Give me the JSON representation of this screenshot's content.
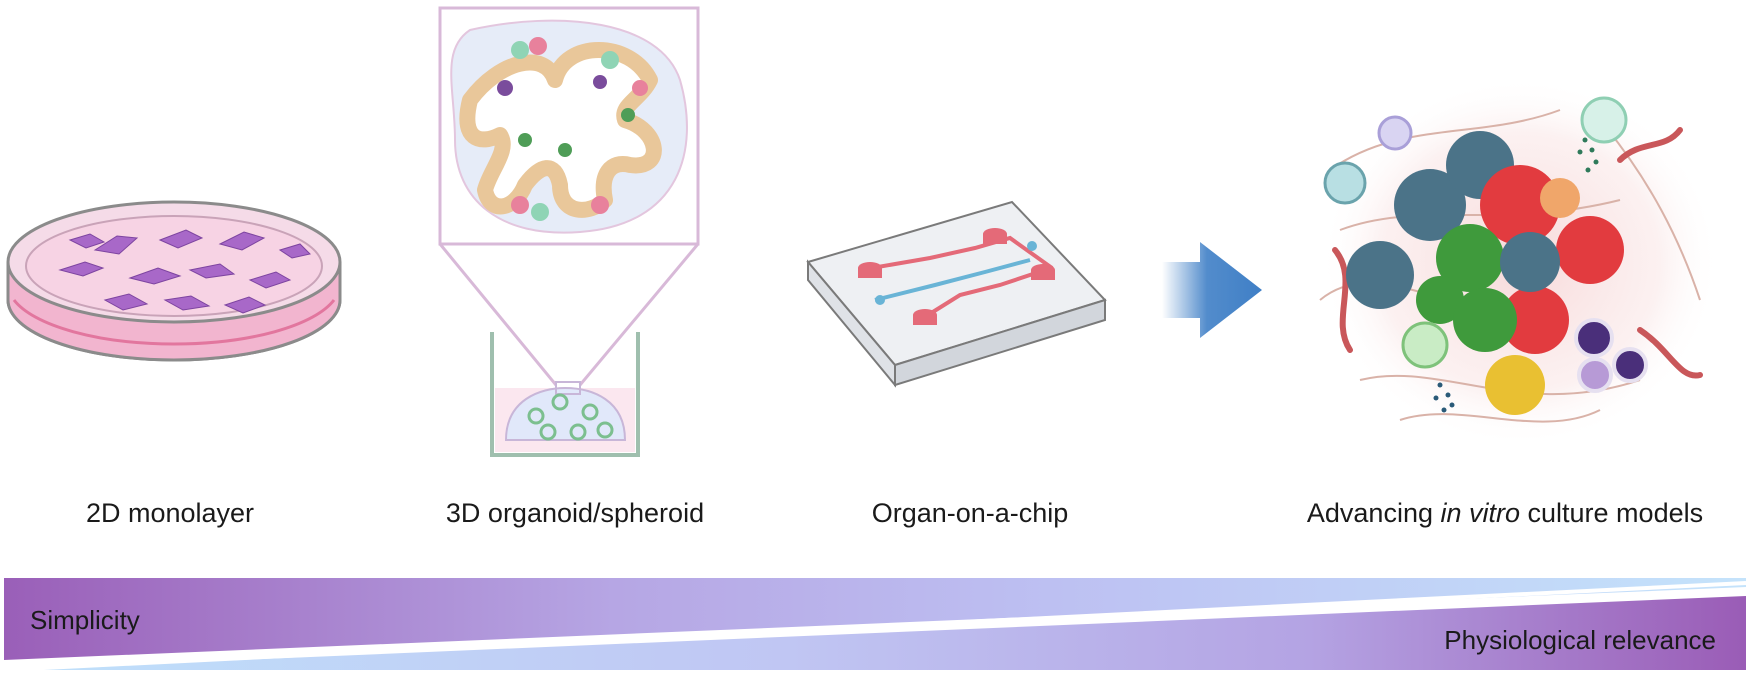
{
  "stages": [
    {
      "id": "monolayer",
      "label": "2D monolayer",
      "icon": "petri-dish-icon"
    },
    {
      "id": "organoid",
      "label": "3D organoid/spheroid",
      "icon": "organoid-icon"
    },
    {
      "id": "chip",
      "label": "Organ-on-a-chip",
      "icon": "microfluidic-chip-icon"
    },
    {
      "id": "advancing",
      "label_before": "Advancing ",
      "label_italic": "in vitro",
      "label_after": " culture models",
      "icon": "tumor-microenvironment-icon"
    }
  ],
  "arrow": {
    "icon": "arrow-right-icon",
    "color": "#3f7fc6"
  },
  "gradient_bar": {
    "left_label": "Simplicity",
    "right_label": "Physiological relevance",
    "top_colors": [
      "#9a5fb8",
      "#b9b3ea",
      "#bfe0fb"
    ],
    "bottom_colors": [
      "#bfe0fb",
      "#b9b3ea",
      "#9a5fb8"
    ]
  }
}
